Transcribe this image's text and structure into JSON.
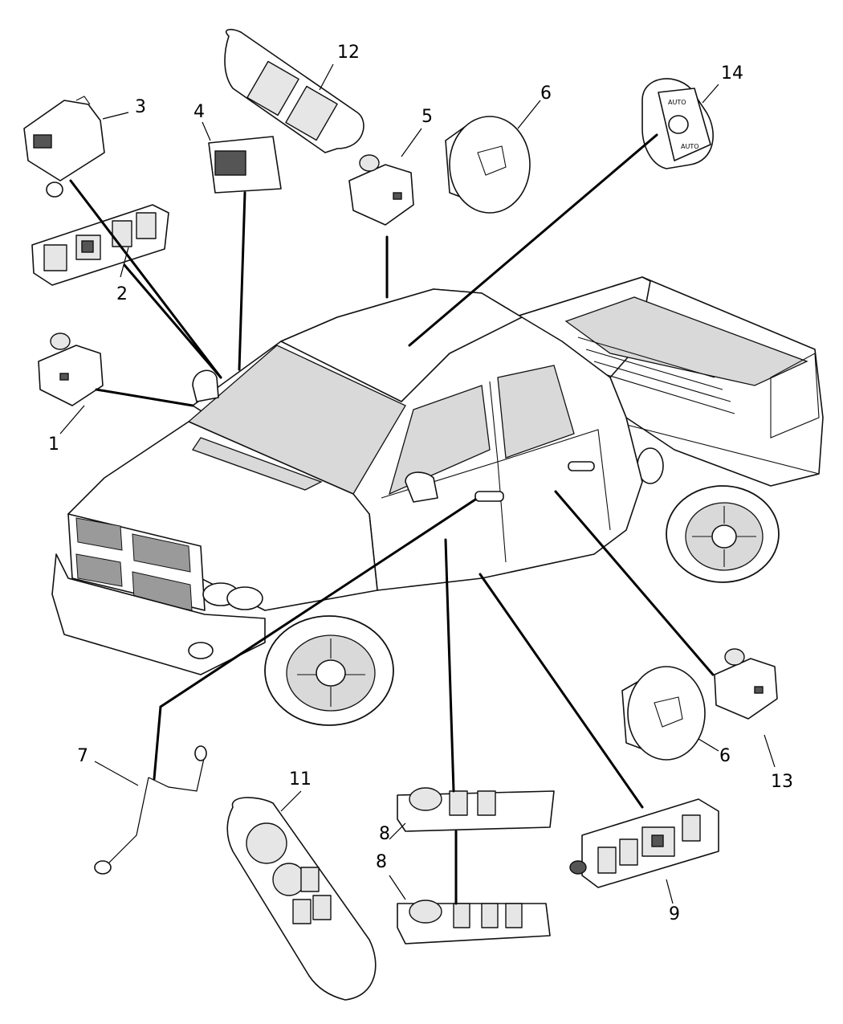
{
  "diagram": {
    "callouts": [
      {
        "id": "1",
        "label": "1"
      },
      {
        "id": "2",
        "label": "2"
      },
      {
        "id": "3",
        "label": "3"
      },
      {
        "id": "4",
        "label": "4"
      },
      {
        "id": "5",
        "label": "5"
      },
      {
        "id": "6a",
        "label": "6"
      },
      {
        "id": "6b",
        "label": "6"
      },
      {
        "id": "7",
        "label": "7"
      },
      {
        "id": "8a",
        "label": "8"
      },
      {
        "id": "8b",
        "label": "8"
      },
      {
        "id": "9",
        "label": "9"
      },
      {
        "id": "11",
        "label": "11"
      },
      {
        "id": "12",
        "label": "12"
      },
      {
        "id": "13",
        "label": "13"
      },
      {
        "id": "14",
        "label": "14"
      }
    ],
    "switch_14_text": {
      "up": "AUTO",
      "down": "AUTO"
    }
  }
}
